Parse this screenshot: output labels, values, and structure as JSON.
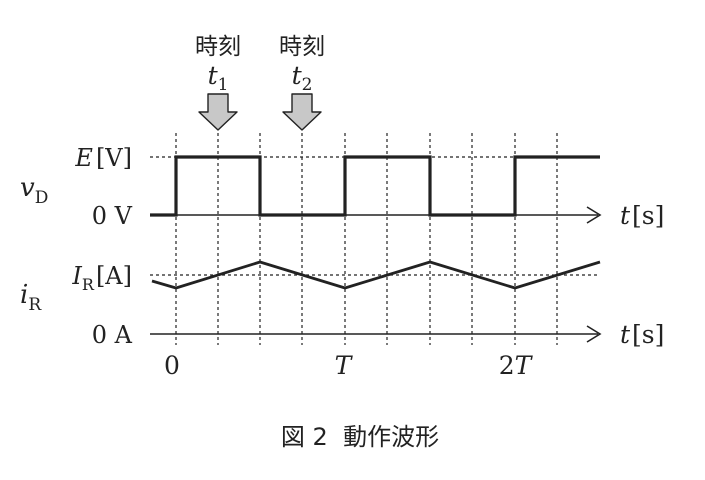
{
  "markers": [
    {
      "caption": "時刻",
      "symbol": "t",
      "subscript": "1"
    },
    {
      "caption": "時刻",
      "symbol": "t",
      "subscript": "2"
    }
  ],
  "vd": {
    "signal_symbol": "v",
    "signal_subscript": "D",
    "high_symbol": "E",
    "high_unit": "[V]",
    "low_label": "0 V",
    "axis_symbol": "t",
    "axis_unit": "[s]"
  },
  "ir": {
    "signal_symbol": "i",
    "signal_subscript": "R",
    "level_symbol": "I",
    "level_subscript": "R",
    "level_unit": "[A]",
    "zero_label": "0 A",
    "axis_symbol": "t",
    "axis_unit": "[s]"
  },
  "time_ticks": [
    {
      "num": "0",
      "sym": ""
    },
    {
      "num": "",
      "sym": "T"
    },
    {
      "num": "2",
      "sym": "T"
    }
  ],
  "caption": "図 2  動作波形",
  "colors": {
    "ink": "#222222",
    "marker_fill": "#c8c8c8"
  }
}
